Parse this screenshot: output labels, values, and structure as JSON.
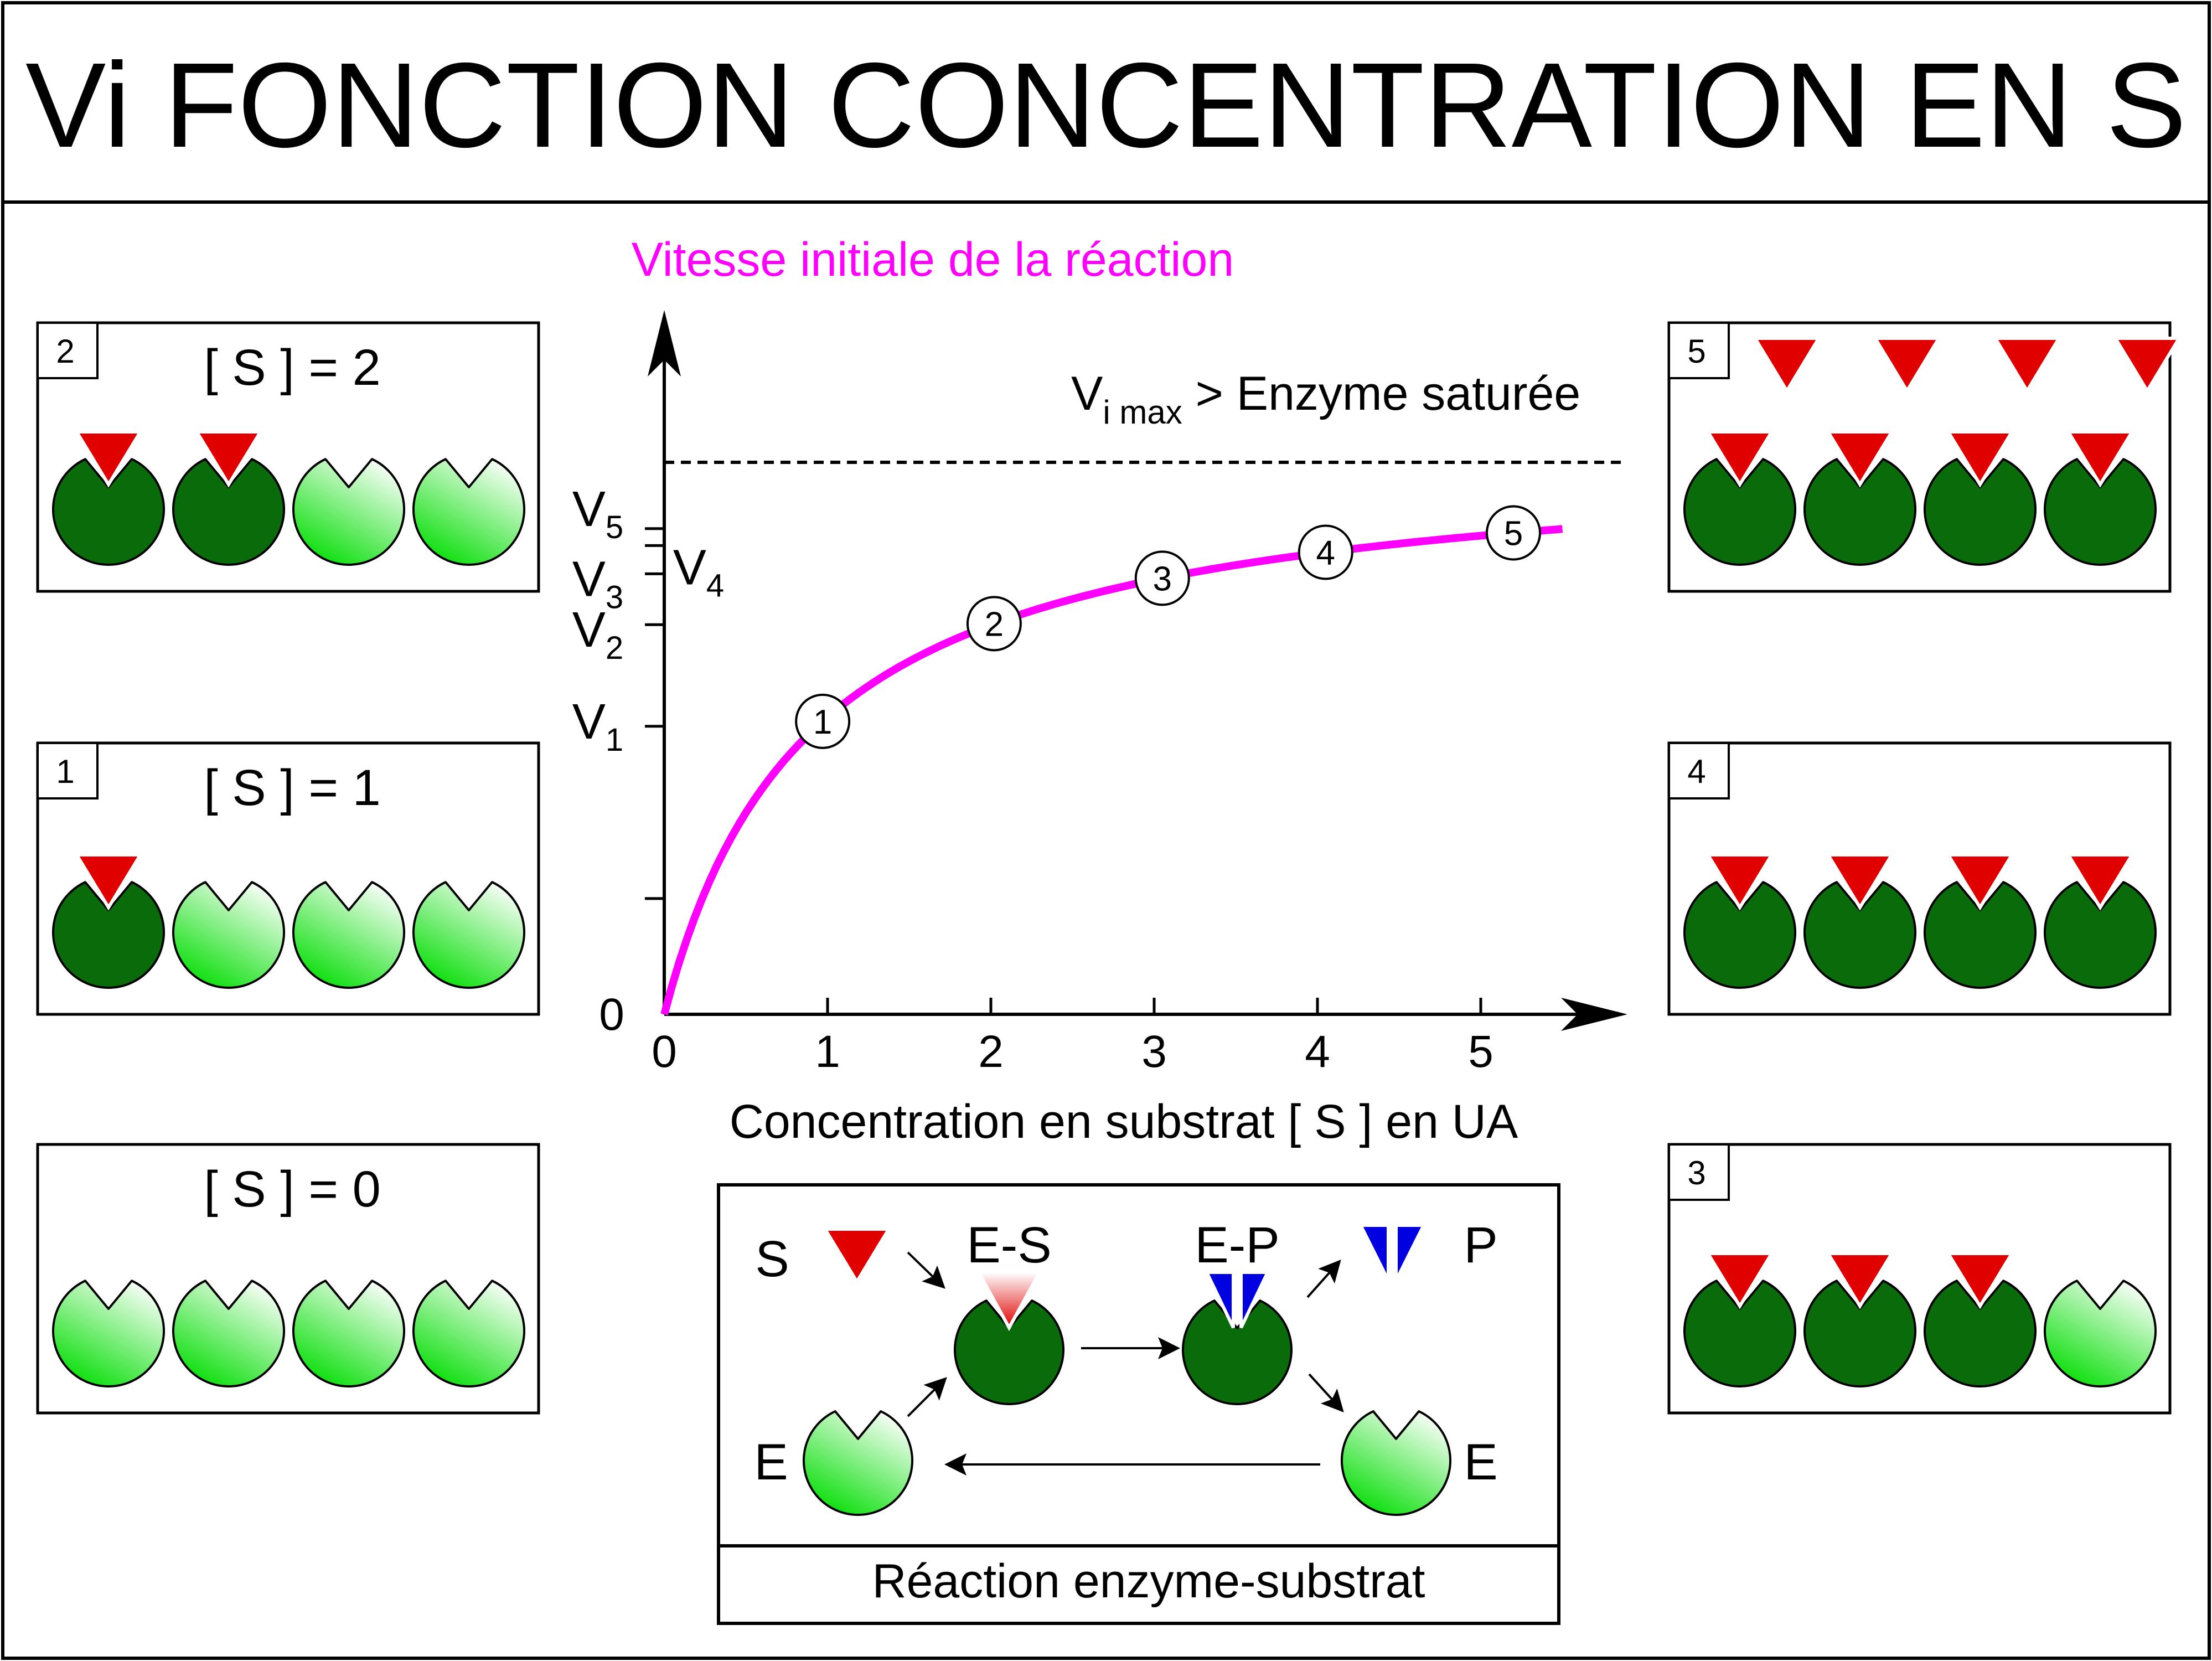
{
  "title": "Vi FONCTION CONCENTRATION EN S",
  "colors": {
    "curve": "#FF00FF",
    "substrate": "#E00000",
    "product": "#0000E0",
    "enzyme_bound": "#0A6B0A",
    "enzyme_free_light": "#FFFFFF",
    "enzyme_free_dark": "#00DD00"
  },
  "panels": [
    {
      "id": "s0",
      "number": "",
      "label": "[ S ] = 0",
      "bound": [
        false,
        false,
        false,
        false
      ],
      "free_substrates": 0
    },
    {
      "id": "s1",
      "number": "1",
      "label": "[ S ] = 1",
      "bound": [
        true,
        false,
        false,
        false
      ],
      "free_substrates": 0
    },
    {
      "id": "s2",
      "number": "2",
      "label": "[ S ] = 2",
      "bound": [
        true,
        true,
        false,
        false
      ],
      "free_substrates": 0
    },
    {
      "id": "s3",
      "number": "3",
      "label": "",
      "bound": [
        true,
        true,
        true,
        false
      ],
      "free_substrates": 0
    },
    {
      "id": "s4",
      "number": "4",
      "label": "",
      "bound": [
        true,
        true,
        true,
        true
      ],
      "free_substrates": 0
    },
    {
      "id": "s5",
      "number": "5",
      "label": "",
      "bound": [
        true,
        true,
        true,
        true
      ],
      "free_substrates": 4
    }
  ],
  "chart_data": {
    "type": "line",
    "title": "Vitesse initiale de la réaction",
    "xlabel": "Concentration en substrat [ S ] en UA",
    "ylabel": "Vitesse initiale de la réaction",
    "x_ticks": [
      "0",
      "1",
      "2",
      "3",
      "4",
      "5"
    ],
    "y_tick_labels": [
      "0",
      "V1",
      "V2",
      "V3",
      "V4",
      "V5"
    ],
    "xlim": [
      0,
      5.5
    ],
    "ylim": [
      0,
      1.18
    ],
    "vmax": 1.0,
    "km": 0.9,
    "points": [
      {
        "label": "1",
        "x": 0.97,
        "y": 0.51
      },
      {
        "label": "2",
        "x": 2.02,
        "y": 0.69
      },
      {
        "label": "3",
        "x": 3.05,
        "y": 0.78
      },
      {
        "label": "4",
        "x": 4.05,
        "y": 0.83
      },
      {
        "label": "5",
        "x": 5.2,
        "y": 0.86
      }
    ],
    "asymptote_label": "V",
    "asymptote_subscript": "i max",
    "asymptote_text": " > Enzyme saturée",
    "grid": false
  },
  "reaction": {
    "title": "Réaction enzyme-substrat",
    "labels": {
      "S": "S",
      "ES": "E-S",
      "EP": "E-P",
      "P": "P",
      "E1": "E",
      "E2": "E"
    }
  }
}
